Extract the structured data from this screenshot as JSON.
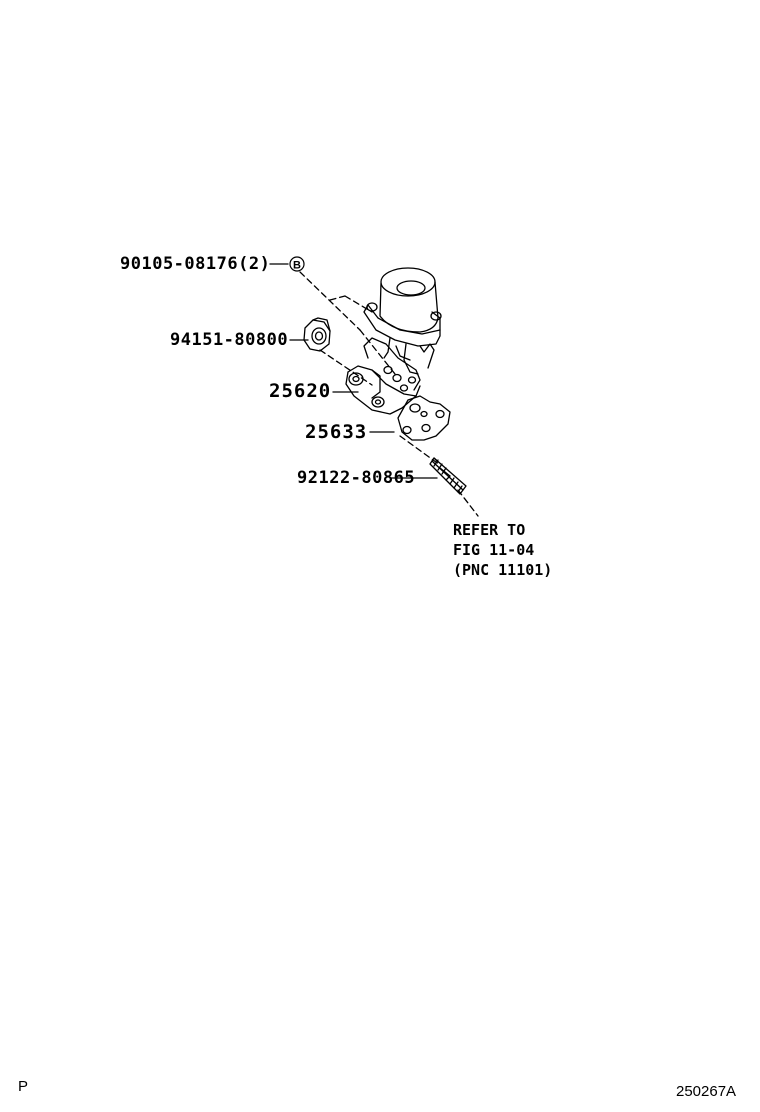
{
  "diagram": {
    "callouts": [
      {
        "id": "bolt",
        "part_number": "90105-08176",
        "qty": "(2)",
        "marker": "B"
      },
      {
        "id": "nut",
        "part_number": "94151-80800"
      },
      {
        "id": "egr-valve",
        "part_number": "25620"
      },
      {
        "id": "gasket",
        "part_number": "25633"
      },
      {
        "id": "stud",
        "part_number": "92122-80865"
      }
    ],
    "reference_note": {
      "line1": "REFER TO",
      "line2": "FIG 11-04",
      "line3": "(PNC 11101)"
    },
    "corner_left": "P",
    "corner_right": "250267A"
  }
}
